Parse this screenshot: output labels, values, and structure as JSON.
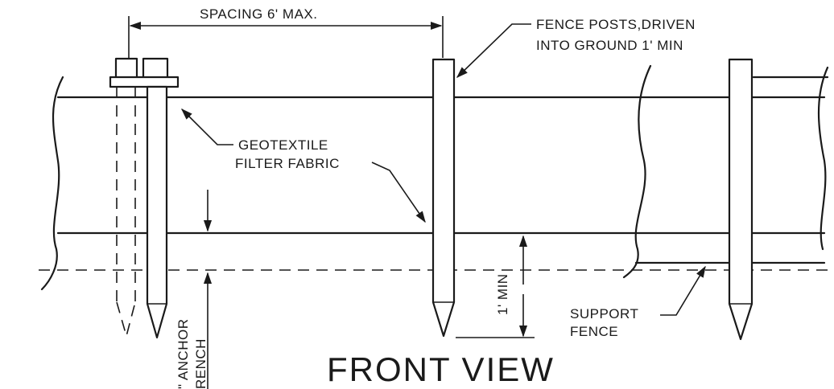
{
  "labels": {
    "spacing": "SPACING 6' MAX.",
    "fence_posts_line1": "FENCE POSTS,DRIVEN",
    "fence_posts_line2": "INTO GROUND 1' MIN",
    "geotextile_line1": "GEOTEXTILE",
    "geotextile_line2": "FILTER FABRIC",
    "one_foot_min": "1' MIN",
    "support_line1": "SUPPORT",
    "support_line2": "FENCE",
    "anchor_line1": "\" ANCHOR",
    "anchor_line2": "RENCH",
    "title": "FRONT VIEW"
  },
  "colors": {
    "ink": "#1a1a1a",
    "paper": "#ffffff"
  }
}
